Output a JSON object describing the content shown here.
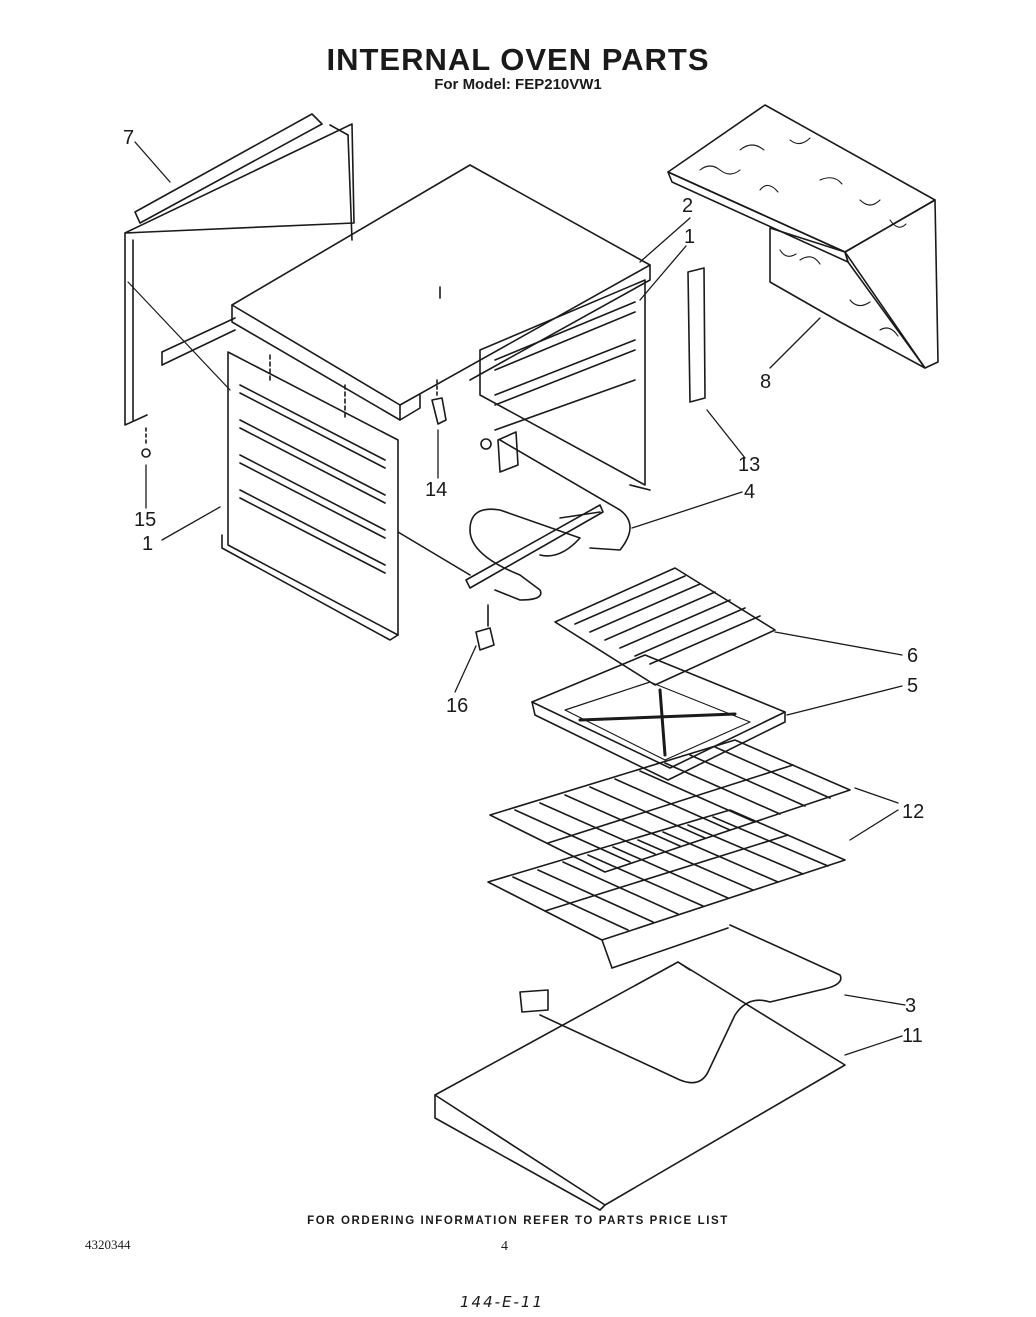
{
  "header": {
    "title": "INTERNAL OVEN PARTS",
    "model_line": "For Model: FEP210VW1"
  },
  "callouts": [
    {
      "id": "c7",
      "label": "7"
    },
    {
      "id": "c2",
      "label": "2"
    },
    {
      "id": "c1a",
      "label": "1"
    },
    {
      "id": "c8",
      "label": "8"
    },
    {
      "id": "c13",
      "label": "13"
    },
    {
      "id": "c14",
      "label": "14"
    },
    {
      "id": "c15",
      "label": "15"
    },
    {
      "id": "c1b",
      "label": "1"
    },
    {
      "id": "c4",
      "label": "4"
    },
    {
      "id": "c16",
      "label": "16"
    },
    {
      "id": "c6",
      "label": "6"
    },
    {
      "id": "c5",
      "label": "5"
    },
    {
      "id": "c12",
      "label": "12"
    },
    {
      "id": "c3",
      "label": "3"
    },
    {
      "id": "c11",
      "label": "11"
    }
  ],
  "footer": {
    "ordering_note": "FOR ORDERING INFORMATION REFER TO PARTS PRICE LIST",
    "doc_number": "4320344",
    "page_number": "4",
    "handwritten_code": "144-E-11"
  },
  "colors": {
    "ink": "#1a1a1a",
    "paper": "#ffffff"
  }
}
